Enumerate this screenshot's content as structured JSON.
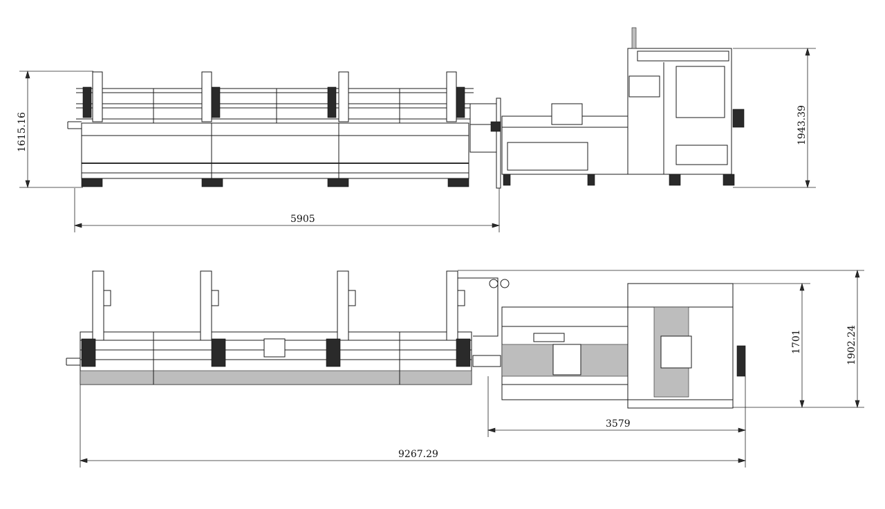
{
  "drawing": {
    "side_view": {
      "dim_height_left": "1615.16",
      "dim_height_right": "1943.39",
      "dim_length": "5905"
    },
    "top_view": {
      "dim_width_inner": "1701",
      "dim_width_outer": "1902.24",
      "dim_length_right": "3579",
      "dim_length_total": "9267.29"
    }
  }
}
